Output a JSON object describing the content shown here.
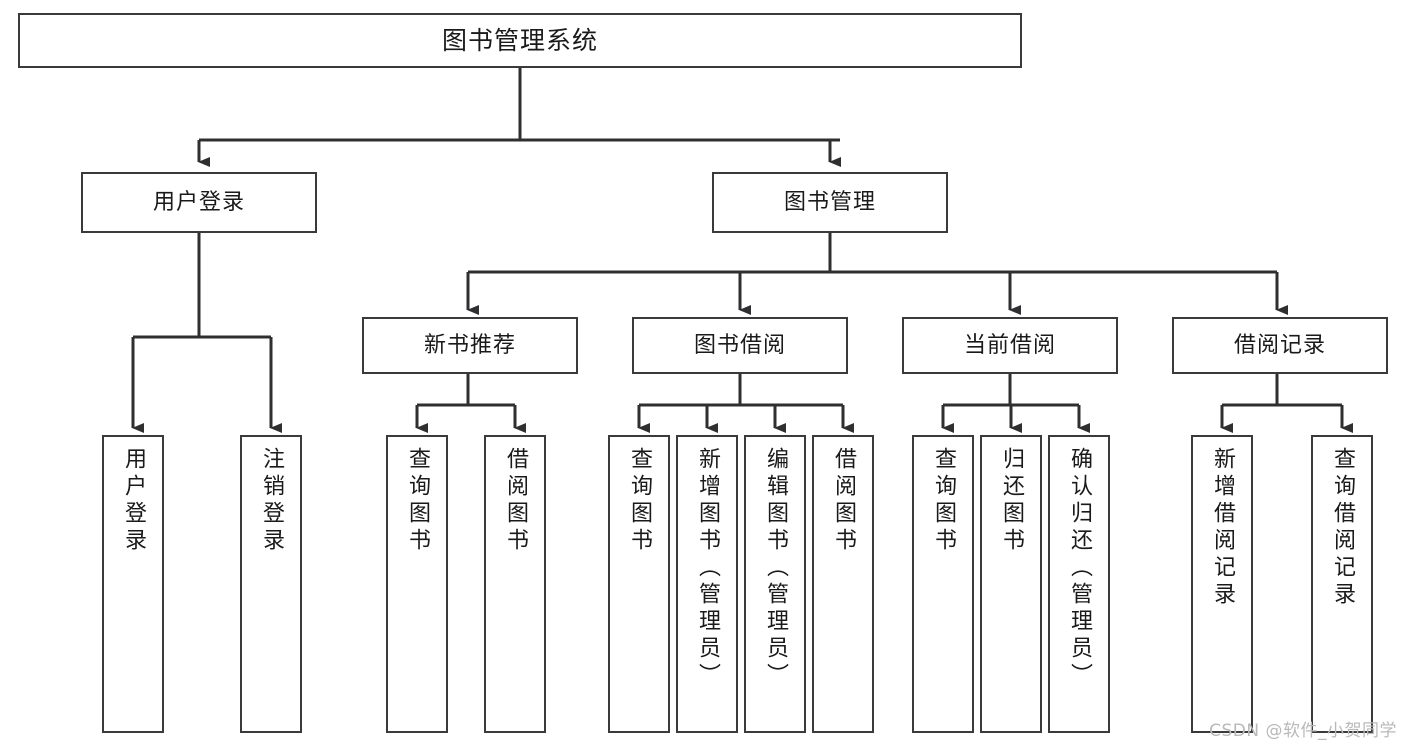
{
  "diagram": {
    "type": "tree",
    "title": "图书管理系统",
    "root": {
      "label": "图书管理系统"
    },
    "level1": [
      {
        "label": "用户登录"
      },
      {
        "label": "图书管理"
      }
    ],
    "level2": [
      {
        "label": "新书推荐"
      },
      {
        "label": "图书借阅"
      },
      {
        "label": "当前借阅"
      },
      {
        "label": "借阅记录"
      }
    ],
    "leaves": {
      "user_login": [
        {
          "label": "用户登录"
        },
        {
          "label": "注销登录"
        }
      ],
      "new_book": [
        {
          "label": "查询图书"
        },
        {
          "label": "借阅图书"
        }
      ],
      "borrow": [
        {
          "label": "查询图书"
        },
        {
          "label": "新增图书（管理员）"
        },
        {
          "label": "编辑图书（管理员）"
        },
        {
          "label": "借阅图书"
        }
      ],
      "current": [
        {
          "label": "查询图书"
        },
        {
          "label": "归还图书"
        },
        {
          "label": "确认归还（管理员）"
        }
      ],
      "records": [
        {
          "label": "新增借阅记录"
        },
        {
          "label": "查询借阅记录"
        }
      ]
    }
  },
  "watermark": {
    "text": "CSDN @软件_小贺同学"
  },
  "colors": {
    "background": "#ffffff",
    "box_border": "#3a3a3c",
    "box_fill": "#ffffff",
    "connector": "#2f2f31",
    "text": "#1a1a1a",
    "watermark": "#b9b9b9"
  }
}
